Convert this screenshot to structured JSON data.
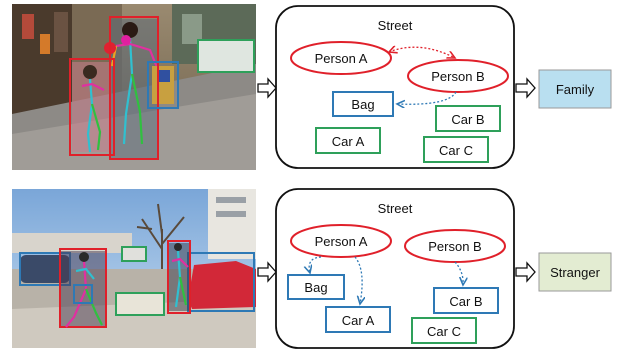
{
  "rows": [
    {
      "scene_title": "Street",
      "nodes": {
        "person_a": "Person A",
        "person_b": "Person B",
        "bag": "Bag",
        "car_a": "Car A",
        "car_b": "Car B",
        "car_c": "Car C"
      },
      "result": "Family",
      "result_color": "#b9dff0"
    },
    {
      "scene_title": "Street",
      "nodes": {
        "person_a": "Person A",
        "person_b": "Person B",
        "bag": "Bag",
        "car_a": "Car A",
        "car_b": "Car B",
        "car_c": "Car C"
      },
      "result": "Stranger",
      "result_color": "#e3ecd2"
    }
  ],
  "colors": {
    "person": "#e0202a",
    "bag": "#2e79b5",
    "car": "#2ea05a",
    "arrow_red": "#e0202a",
    "arrow_blue": "#2e79b5"
  }
}
